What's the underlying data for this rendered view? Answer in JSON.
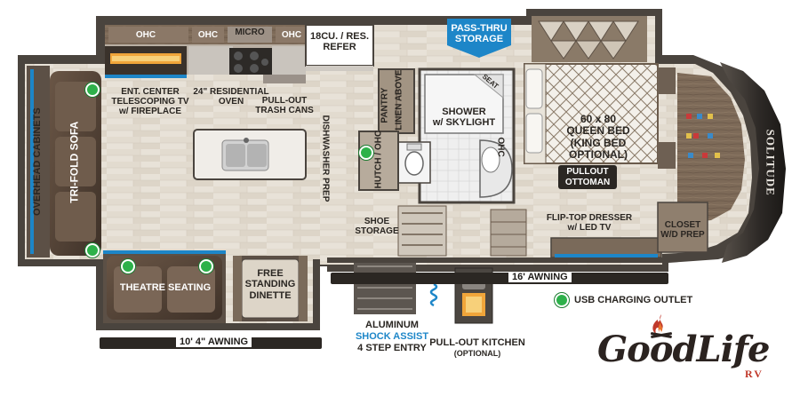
{
  "colors": {
    "usb_dot": "#2db14a",
    "floor": "#e6e0d6",
    "walls": "#4a443e",
    "cabinet": "#7a6d60",
    "fabric": "#4e4034",
    "accent_blue": "#1d86c8",
    "logo_red": "#c0392b",
    "logo_dark": "#2b2320"
  },
  "labels": {
    "ohc_left": "OHC",
    "ohc_mid": "OHC",
    "micro": "MICRO",
    "ohc_right": "OHC",
    "refer": "18CU. / RES.\nREFER",
    "pass_thru": "PASS-THRU\nSTORAGE",
    "ent_center": "ENT. CENTER\nTELESCOPING TV\nw/ FIREPLACE",
    "oven": "24\" RESIDENTIAL\nOVEN",
    "trash": "PULL-OUT\nTRASH CANS",
    "linen": "LINEN ABOVE",
    "pantry": "PANTRY",
    "shower": "SHOWER\nw/ SKYLIGHT",
    "seat": "SEAT",
    "bed": "60 x 80\nQUEEN BED\n(KING BED\nOPTIONAL)",
    "ottoman": "PULLOUT\nOTTOMAN",
    "overhead_cabinets": "OVERHEAD CABINETS",
    "sofa": "TRI-FOLD SOFA",
    "dishwasher": "DISHWASHER\nPREP",
    "hutch": "HUTCH / OHC",
    "ohc_bath": "OHC",
    "shoe": "SHOE\nSTORAGE",
    "dresser": "FLIP-TOP DRESSER\nw/ LED TV",
    "closet": "CLOSET\nW/D PREP",
    "awning_16": "16' AWNING",
    "theatre": "THEATRE SEATING",
    "dinette": "FREE\nSTANDING\nDINETTE",
    "aluminum": "ALUMINUM",
    "shock": "SHOCK ASSIST",
    "step_entry": "4 STEP ENTRY",
    "pullout_kitchen": "PULL-OUT KITCHEN",
    "optional": "(OPTIONAL)",
    "usb_legend": "USB CHARGING OUTLET",
    "awning_10": "10' 4\" AWNING",
    "brand_cap": "SOLITUDE",
    "logo_main": "GoodLife",
    "logo_rv": "RV"
  },
  "icons": {
    "usb": "usb-outlet-dot",
    "sink": "kitchen-sink-icon",
    "stove": "stove-icon",
    "toilet": "toilet-icon",
    "fireplace": "fireplace-icon",
    "campfire": "campfire-icon"
  }
}
